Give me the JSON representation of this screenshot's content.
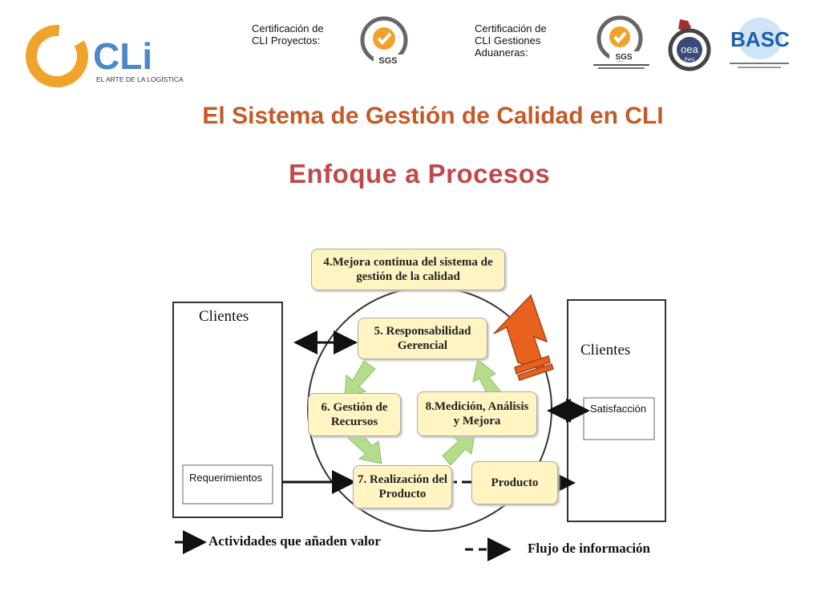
{
  "header": {
    "logo": {
      "wordmark": "CLi",
      "tagline": "EL ARTE DE LA LOGÍSTICA"
    },
    "cert1_text": "Certificación de CLI Proyectos:",
    "cert2_text": "Certificación de CLI Gestiones Aduaneras:",
    "badges": {
      "sgs_text": "SGS",
      "oea_text": "oea",
      "oea_sub": "Perú",
      "basc_text": "BASC"
    }
  },
  "title": "El Sistema de Gestión de Calidad en CLI",
  "subtitle": "Enfoque a Procesos",
  "diagram": {
    "box4": "4.Mejora continua del sistema de gestión de la calidad",
    "box5": "5. Responsabilidad Gerencial",
    "box6": "6. Gestión de Recursos",
    "box7": "7. Realización del Producto",
    "box8": "8.Medición, Análisis y Mejora",
    "producto": "Producto",
    "left_client": "Clientes",
    "left_req": "Requerimientos",
    "right_client": "Clientes",
    "right_sat": "Satisfacción"
  },
  "legend": {
    "value": "Actividades que añaden valor",
    "info": "Flujo de información"
  },
  "colors": {
    "title": "#c55a29",
    "subtitle": "#c04a4a",
    "box_fill": "#fff4c2",
    "green_arrow": "#b4dc8c",
    "orange_arrow": "#e8611f",
    "logo_orange": "#f0a32a",
    "logo_blue": "#4a88c8"
  }
}
